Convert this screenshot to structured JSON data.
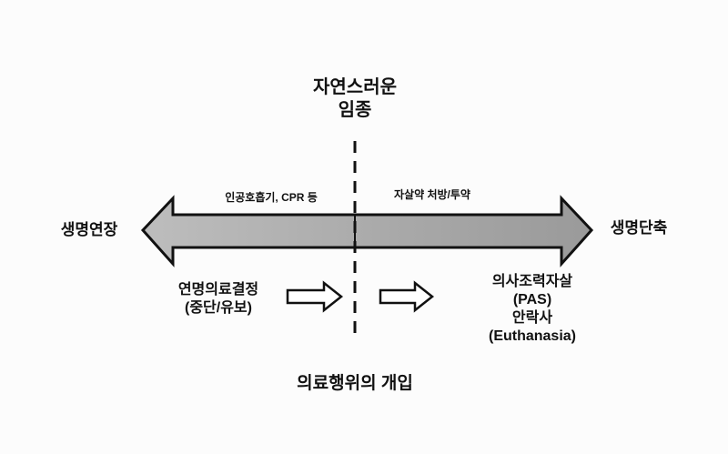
{
  "title_line1": "자연스러운",
  "title_line2": "임종",
  "left_end_label": "생명연장",
  "right_end_label": "생명단축",
  "left_arrow_caption": "인공호흡기, CPR 등",
  "right_arrow_caption": "자살약 처방/투약",
  "left_item_line1": "연명의료결정",
  "left_item_line2": "(중단/유보)",
  "right_item_line1": "의사조력자살",
  "right_item_line2": "(PAS)",
  "right_item_line3": "안락사",
  "right_item_line4": "(Euthanasia)",
  "bottom_label": "의료행위의 개입",
  "colors": {
    "arrow_fill": "#a9a9a9",
    "stroke": "#111111"
  }
}
